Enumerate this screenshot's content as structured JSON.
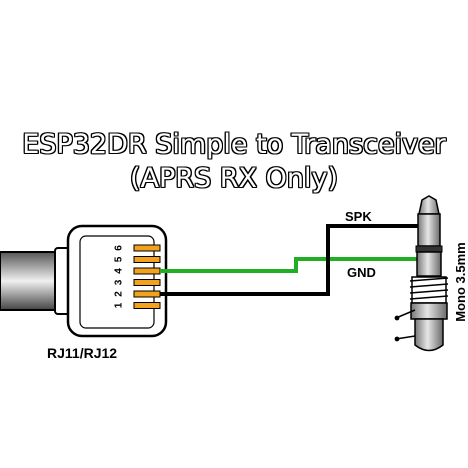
{
  "title": {
    "line1": "ESP32DR Simple to Transceiver",
    "line2": "(APRS RX Only)"
  },
  "labels": {
    "connector": "RJ11/RJ12",
    "spk": "SPK",
    "gnd": "GND",
    "jack": "Mono 3.5mm"
  },
  "pins": [
    "6",
    "5",
    "4",
    "3",
    "2",
    "1"
  ],
  "colors": {
    "spk_wire": "#000000",
    "gnd_wire": "#1fae24",
    "contact": "#f2a21c",
    "jack_body": "#b8b8b8"
  }
}
